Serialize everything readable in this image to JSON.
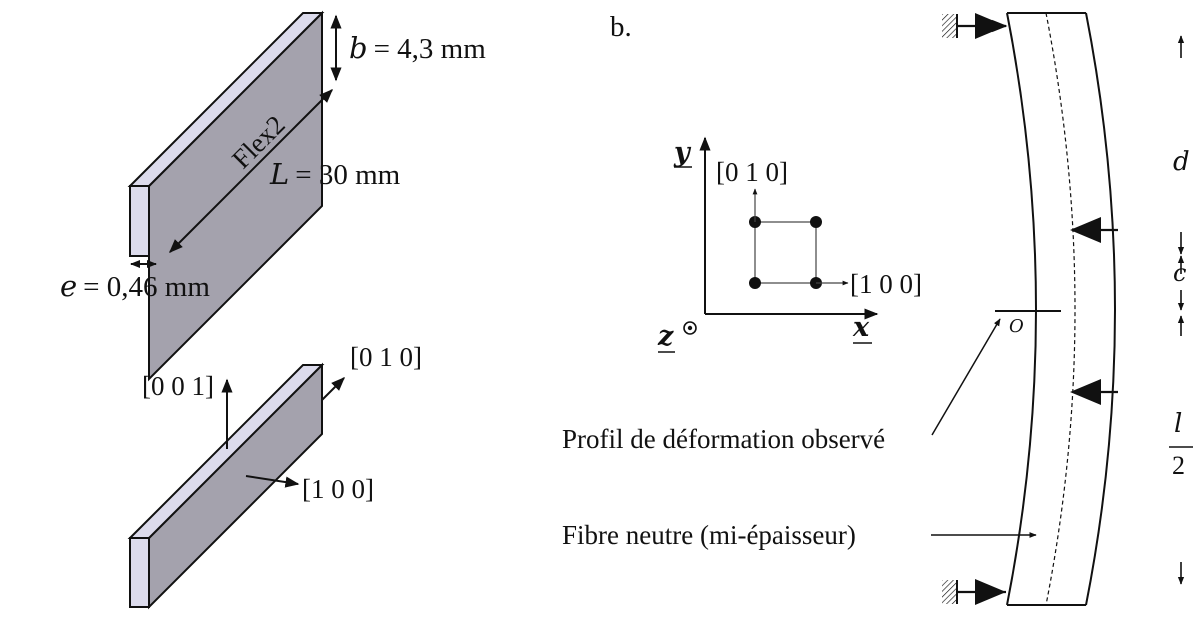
{
  "part_a": {
    "label_b_var": "b",
    "label_b_val": "= 4,3 mm",
    "label_L_var": "L",
    "label_L_val": "= 30 mm",
    "label_e_var": "e",
    "label_e_val": "= 0,46 mm",
    "sample_name": "Flex2",
    "dir_001": "[0 0 1]",
    "dir_010": "[0 1 0]",
    "dir_100": "[1 0 0]"
  },
  "part_b": {
    "panel_label": "b.",
    "axis_y": "y",
    "axis_x": "x",
    "axis_z": "z",
    "lattice_010": "[0 1 0]",
    "lattice_100": "[1 0 0]",
    "origin_label": "O",
    "profile_label": "Profil de déformation observé",
    "neutral_fiber_label": "Fibre neutre (mi-épaisseur)",
    "dim_d": "d",
    "dim_c": "c",
    "dim_l_num": "l",
    "dim_l_den": "2"
  },
  "colors": {
    "beam_face": "#a4a2ad",
    "beam_side": "#dcdbec",
    "line": "#111111"
  }
}
